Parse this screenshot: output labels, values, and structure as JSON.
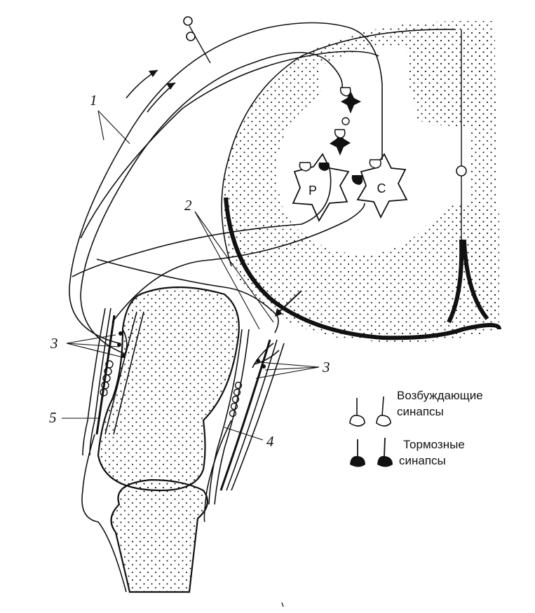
{
  "labels": {
    "n1": "1",
    "n2": "2",
    "n3_left": "3",
    "n3_right": "3",
    "n4": "4",
    "n5": "5",
    "neuron_p": "P",
    "neuron_c": "C"
  },
  "legend": {
    "excitatory_line1": "Возбуждающие",
    "excitatory_line2": "синапсы",
    "inhibitory_line1": "Тормозные",
    "inhibitory_line2": "синапсы"
  },
  "colors": {
    "ink": "#111111",
    "paper": "#ffffff"
  }
}
